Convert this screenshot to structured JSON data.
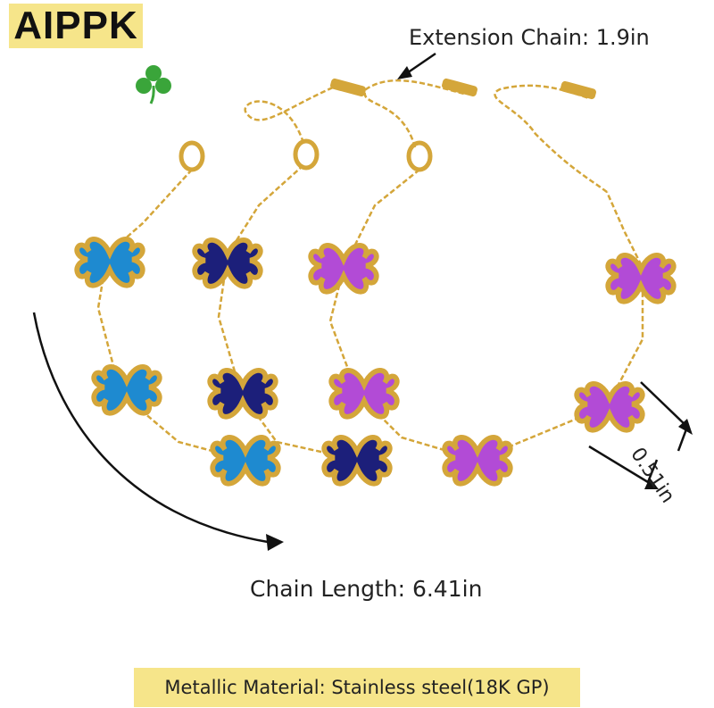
{
  "brand": {
    "name": "AIPPK"
  },
  "labels": {
    "extension_chain": "Extension Chain: 1.9in",
    "chain_length": "Chain Length: 6.41in",
    "clover_size": "0.51in",
    "material": "Metallic Material: Stainless steel(18K GP)"
  },
  "colors": {
    "logo_bg": "#f6e58a",
    "gold": "#d4a63a",
    "blue_clover": "#1e8ad0",
    "navy_clover": "#1c1f7a",
    "purple_clover": "#b24bd6"
  },
  "icons": [
    "shamrock-icon"
  ]
}
